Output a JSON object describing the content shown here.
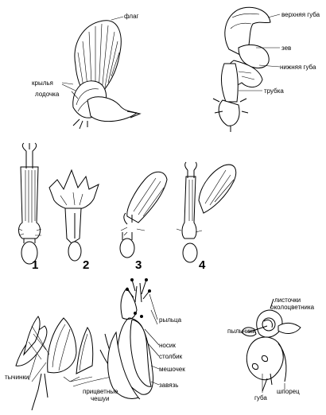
{
  "labels": {
    "flag": "флаг",
    "wings": "крылья",
    "keel": "лодочка",
    "upper_lip": "верхняя губа",
    "throat": "зев",
    "lower_lip": "нижняя губа",
    "tube": "трубка",
    "stigmas": "рыльца",
    "beak": "носик",
    "style": "столбик",
    "sac": "мешочек",
    "ovary": "завязь",
    "stamens": "тычинки",
    "bract_scales_line1": "прицветные",
    "bract_scales_line2": "чешуи",
    "perianth_leaves_line1": "листочки",
    "perianth_leaves_line2": "околоцветника",
    "anthers": "пыльники",
    "lip": "губа",
    "spur": "шпорец"
  },
  "numbers": [
    "1",
    "2",
    "3",
    "4"
  ]
}
